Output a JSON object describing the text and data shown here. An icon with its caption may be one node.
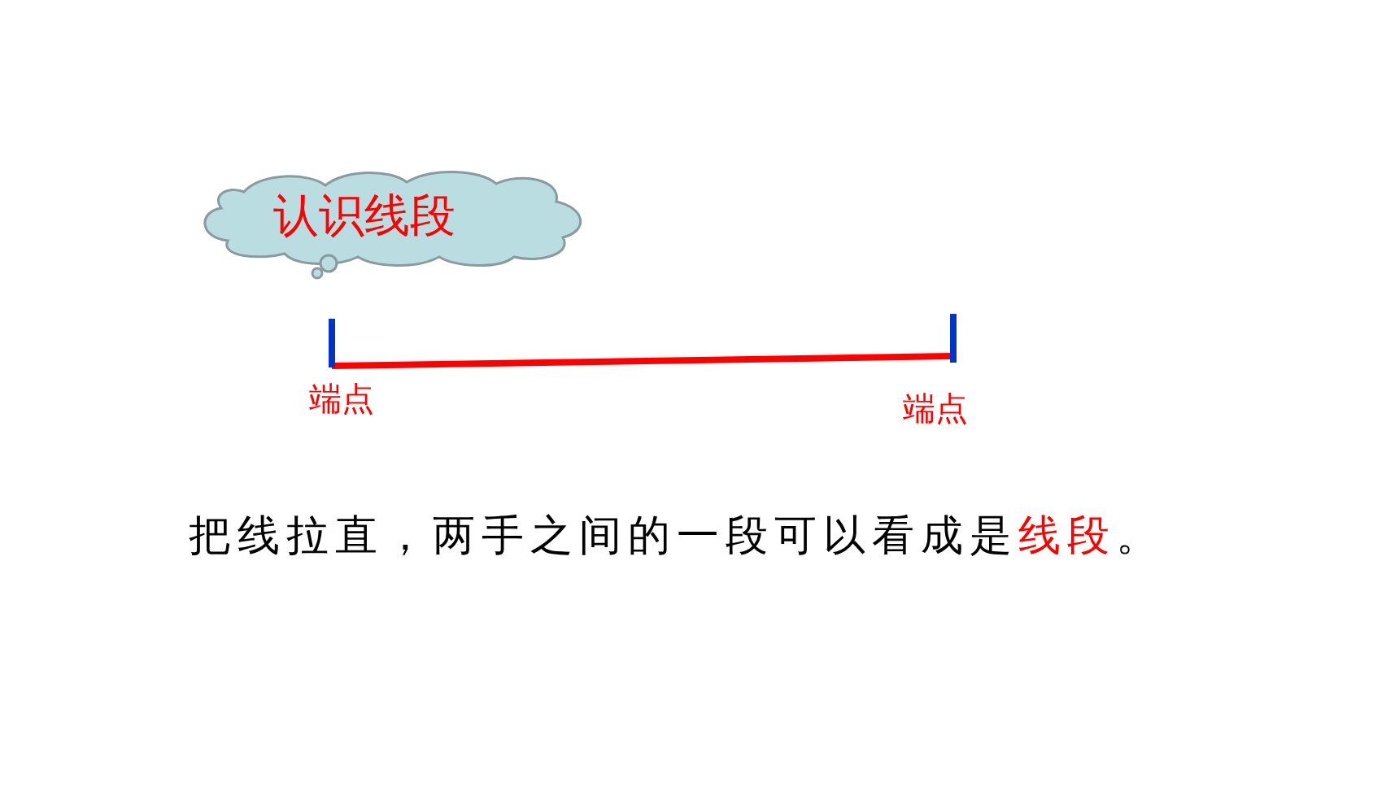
{
  "diagram": {
    "nodes": [
      {
        "text": [
          "认识线段"
        ]
      }
    ],
    "labels": [
      "端点",
      "端点",
      "把线拉直，两手之间的一段可以看成是线段。"
    ]
  }
}
